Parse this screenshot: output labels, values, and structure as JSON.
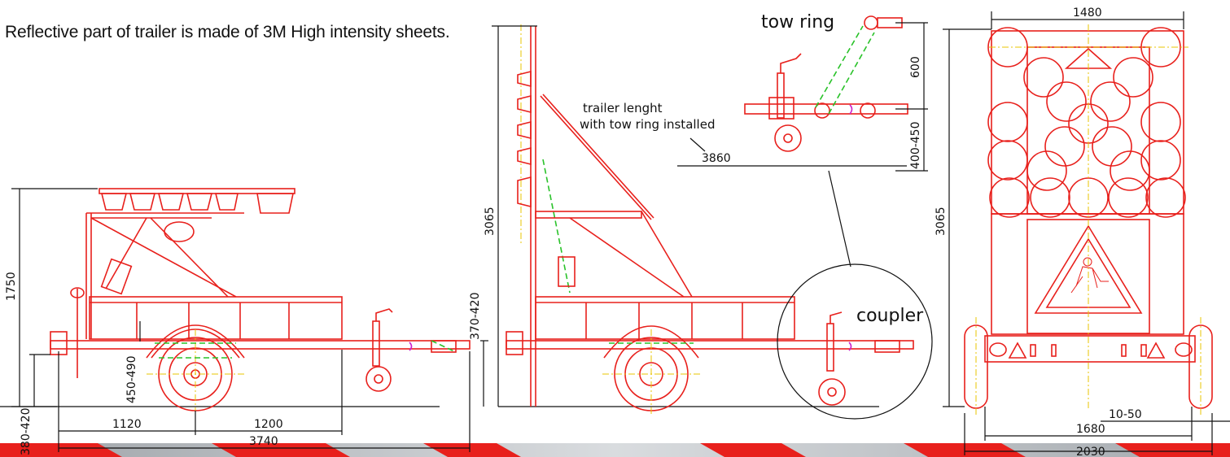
{
  "caption": "Reflective part of trailer is made of 3M High intensity sheets.",
  "labels": {
    "tow_ring": "tow ring",
    "coupler": "coupler",
    "trailer_length_line1": "trailer lenght",
    "trailer_length_line2": "with tow ring installed"
  },
  "dimensions": {
    "height_side": "1750",
    "height_hitch": "380-420",
    "axle_height": "450-490",
    "coupler_height": "370-420",
    "front_to_axle": "1120",
    "axle_to_hitch": "1200",
    "overall_length": "3740",
    "raised_height": "3065",
    "length_with_ring": "3860",
    "ring_rise": "600",
    "ring_height": "400-450",
    "board_width": "1480",
    "rear_height": "3065",
    "track_width": "1680",
    "wheel_offset": "10-50",
    "overall_width": "2030"
  },
  "colors": {
    "frame": "#e8201c",
    "hidden": "#29c229",
    "centerline": "#e8c400",
    "dimension": "#111111",
    "stripe_red": "#e8201c",
    "stripe_grey": "#b4b8bc"
  }
}
